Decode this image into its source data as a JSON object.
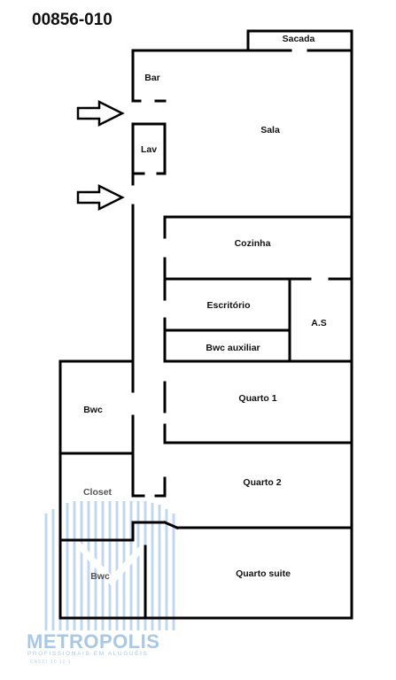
{
  "plan_code": "00856-010",
  "rooms": {
    "sacada": "Sacada",
    "bar": "Bar",
    "sala": "Sala",
    "lav": "Lav",
    "cozinha": "Cozinha",
    "escritorio": "Escritório",
    "as": "A.S",
    "bwc_auxiliar": "Bwc auxiliar",
    "bwc": "Bwc",
    "quarto1": "Quarto 1",
    "closet": "Closet",
    "quarto2": "Quarto 2",
    "bwc_suite": "Bwc",
    "quarto_suite": "Quarto suite"
  },
  "watermark": {
    "brand": "METROPOLIS",
    "tagline": "PROFISSIONAIS EM ALUGUÉIS",
    "creci": "CRECI 10 10 J"
  },
  "colors": {
    "wall": "#000000",
    "watermark": "#9fc3e6"
  },
  "icons": [
    "entrance-arrow-icon",
    "entrance-arrow-icon"
  ]
}
